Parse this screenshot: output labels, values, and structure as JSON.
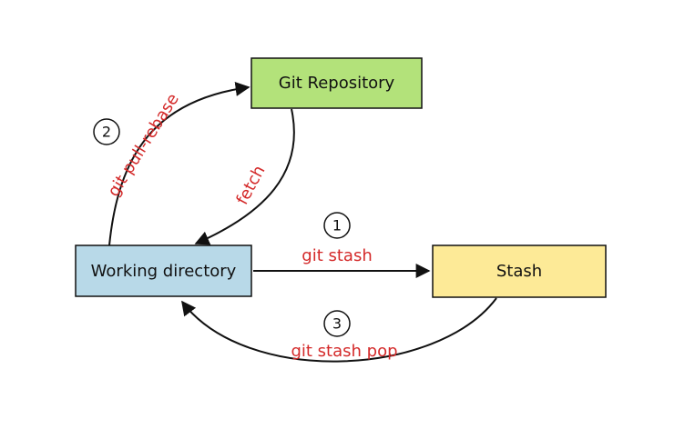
{
  "nodes": {
    "repo": {
      "label": "Git Repository",
      "fill": "#b3e27a"
    },
    "working": {
      "label": "Working directory",
      "fill": "#b8d9e8"
    },
    "stash": {
      "label": "Stash",
      "fill": "#fdea97"
    }
  },
  "edges": {
    "git_stash": {
      "label": "git stash",
      "step": "1"
    },
    "pull_rebase": {
      "label": "git pull-rebase",
      "step": "2"
    },
    "stash_pop": {
      "label": "git stash pop",
      "step": "3"
    },
    "fetch": {
      "label": "fetch"
    }
  },
  "colors": {
    "label": "#d42a2a",
    "stroke": "#111111"
  }
}
